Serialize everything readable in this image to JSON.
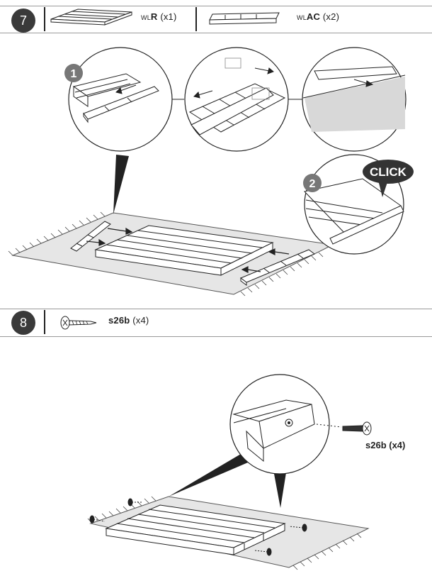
{
  "step7": {
    "number": "7",
    "parts": [
      {
        "prefix": "WL",
        "code": "R",
        "qty": "(x1)",
        "icon": "slat-panel-icon"
      },
      {
        "prefix": "WL",
        "code": "AC",
        "qty": "(x2)",
        "icon": "rail-bar-icon"
      }
    ],
    "callouts": [
      "1",
      "2"
    ],
    "click_label": "CLICK"
  },
  "step8": {
    "number": "8",
    "part": {
      "code": "s26b",
      "qty": "(x4)",
      "icon": "screw-icon"
    },
    "annotation": "s26b (x4)"
  },
  "colors": {
    "badge": "#3a3a3a",
    "rug": "#e6e6e6",
    "line": "#222222"
  }
}
